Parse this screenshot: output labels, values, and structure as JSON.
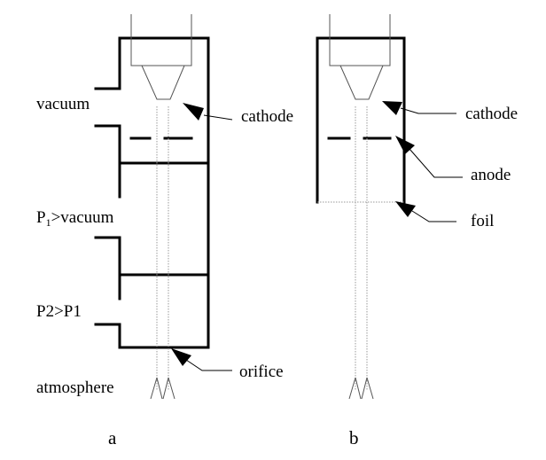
{
  "panel_a": {
    "caption": "a",
    "labels": {
      "vacuum": "vacuum",
      "cathode": "cathode",
      "p1_main": "P",
      "p1_sub": "1",
      "p1_rest": ">vacuum",
      "p2": "P2>P1",
      "orifice": "orifice",
      "atmosphere": "atmosphere"
    }
  },
  "panel_b": {
    "caption": "b",
    "labels": {
      "cathode": "cathode",
      "anode": "anode",
      "foil": "foil"
    }
  }
}
